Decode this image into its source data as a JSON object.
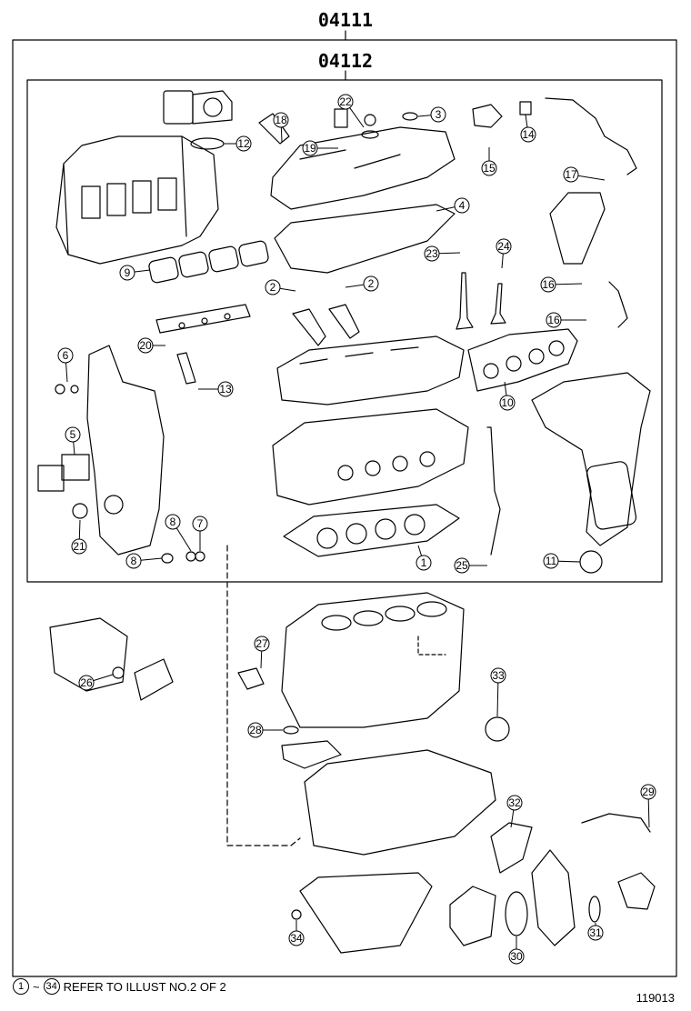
{
  "header": {
    "outer_kit_code": "04111",
    "inner_kit_code": "04112"
  },
  "callouts": [
    "1",
    "2",
    "2",
    "3",
    "4",
    "5",
    "6",
    "7",
    "8",
    "8",
    "9",
    "10",
    "11",
    "12",
    "13",
    "14",
    "15",
    "16",
    "16",
    "17",
    "18",
    "19",
    "20",
    "21",
    "22",
    "23",
    "24",
    "25",
    "26",
    "27",
    "28",
    "29",
    "30",
    "31",
    "32",
    "33",
    "34"
  ],
  "footnote": {
    "range_start": "1",
    "range_sep": "~",
    "range_end": "34",
    "text": "REFER TO ILLUST NO.2 OF 2"
  },
  "drawing_id": "119013",
  "colors": {
    "line": "#000000",
    "background": "#ffffff"
  }
}
